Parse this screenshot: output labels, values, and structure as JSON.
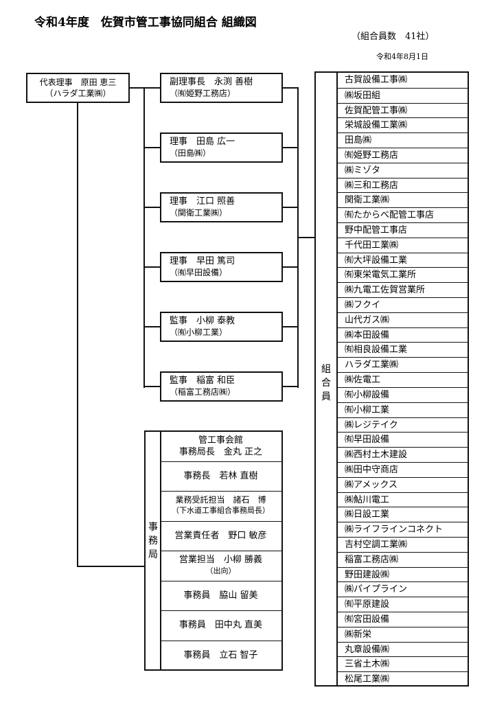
{
  "title": "令和4年度　佐賀市管工事協同組合 組織図",
  "member_count": "（組合員数　41社）",
  "date": "令和4年8月1日",
  "representative": {
    "role_name": "代表理事　原田 恵三",
    "company": "（ハラダ工業㈱）"
  },
  "officers": [
    {
      "role_name": "副理事長　永渕 善樹",
      "company": "（㈲姫野工務店）"
    },
    {
      "role_name": "理事　田島 広一",
      "company": "（田島㈱）"
    },
    {
      "role_name": "理事　江口 照善",
      "company": "（関衛工業㈱）"
    },
    {
      "role_name": "理事　早田 篤司",
      "company": "（㈲早田設備）"
    },
    {
      "role_name": "監事　小柳 泰教",
      "company": "（㈲小柳工業）"
    },
    {
      "role_name": "監事　稲富 和臣",
      "company": "（稲富工務店㈱）"
    }
  ],
  "secretariat": {
    "label": [
      "事",
      "務",
      "局"
    ],
    "staff": [
      {
        "line1": "管工事会館",
        "line2": "事務局長　金丸 正之"
      },
      {
        "line1": "事務長　若林 直樹",
        "line2": ""
      },
      {
        "line1": "業務受託担当　諸石　博",
        "line2": "（下水道工事組合事務局長）"
      },
      {
        "line1": "営業責任者　野口 敏彦",
        "line2": ""
      },
      {
        "line1": "営業担当　小柳 勝義",
        "line2": "（出向）"
      },
      {
        "line1": "事務員　脇山 留美",
        "line2": ""
      },
      {
        "line1": "事務員　田中丸 直美",
        "line2": ""
      },
      {
        "line1": "事務員　立石 智子",
        "line2": ""
      }
    ]
  },
  "members": {
    "label": [
      "組",
      "合",
      "員"
    ],
    "list": [
      "古賀設備工事㈱",
      "㈱坂田組",
      "佐賀配管工事㈱",
      "栄城設備工業㈱",
      "田島㈱",
      "㈲姫野工務店",
      "㈱ミゾタ",
      "㈱三和工務店",
      "関衛工業㈱",
      "㈲たからべ配管工事店",
      "野中配管工事店",
      "千代田工業㈱",
      "㈲大坪設備工業",
      "㈲東栄電気工業所",
      "㈱九電工佐賀営業所",
      "㈱フクイ",
      "山代ガス㈱",
      "㈱本田設備",
      "㈲相良設備工業",
      "ハラダ工業㈱",
      "㈱佐電工",
      "㈲小柳設備",
      "㈲小柳工業",
      "㈱レジテイク",
      "㈲早田設備",
      "㈱西村土木建設",
      "㈱田中守商店",
      "㈱アメックス",
      "㈱鮎川電工",
      "㈱日設工業",
      "㈱ライフラインコネクト",
      "吉村空調工業㈱",
      "稲富工務店㈱",
      "野田建設㈱",
      "㈱パイプライン",
      "㈲平原建設",
      "㈲宮田設備",
      "㈱新栄",
      "丸章設備㈱",
      "三省土木㈱",
      "松尾工業㈱"
    ]
  }
}
